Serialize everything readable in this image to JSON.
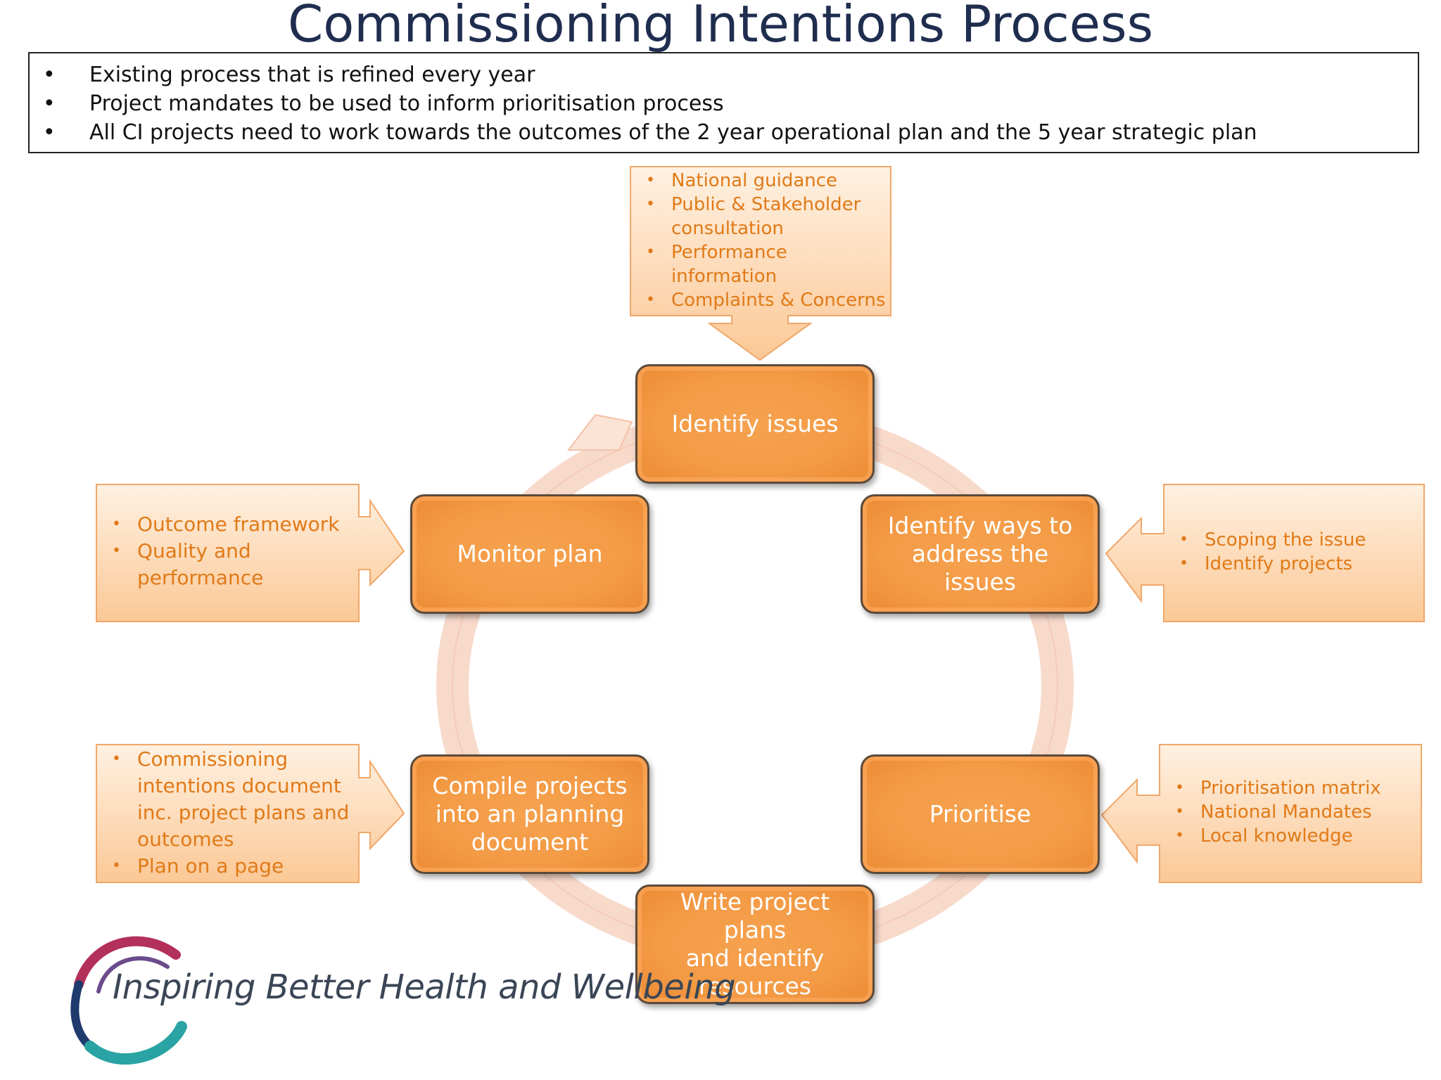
{
  "title": "Commissioning Intentions Process",
  "intro_points": [
    "Existing process that is refined every year",
    "Project mandates to be used to inform prioritisation process",
    "All CI projects need to work towards the outcomes of the 2 year operational plan and the 5 year strategic plan"
  ],
  "steps": {
    "identify_issues": "Identify issues",
    "identify_ways": "Identify ways to\naddress the issues",
    "prioritise": "Prioritise",
    "write_plans": "Write project plans\nand identify\nresources",
    "compile": "Compile projects\ninto an planning\ndocument",
    "monitor": "Monitor plan"
  },
  "inputs": {
    "top": [
      "National  guidance",
      "Public & Stakeholder consultation",
      "Performance information",
      "Complaints & Concerns"
    ],
    "right_upper": [
      "Scoping the issue",
      "Identify projects"
    ],
    "right_lower": [
      "Prioritisation matrix",
      "National Mandates",
      "Local knowledge"
    ],
    "left_upper": [
      "Outcome framework",
      "Quality and performance"
    ],
    "left_lower": [
      "Commissioning intentions document inc. project plans and outcomes",
      "Plan on a page"
    ]
  },
  "logo": {
    "text": "Inspiring Better Health and Wellbeing"
  },
  "colors": {
    "step_fill": "#f39a45",
    "callout_text": "#e07a18",
    "title": "#1f2d4f",
    "cycle_ring": "#f7d3c0"
  }
}
